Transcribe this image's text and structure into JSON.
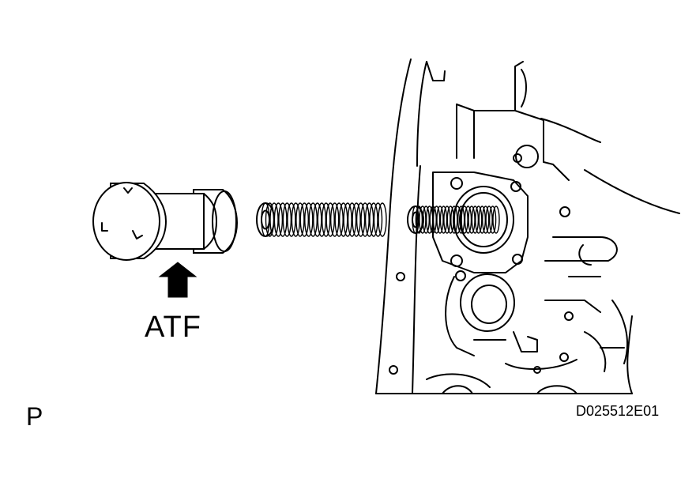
{
  "labels": {
    "fluid": "ATF",
    "view_mark": "P",
    "figure_code": "D025512E01"
  },
  "parts": [
    {
      "name": "piston"
    },
    {
      "name": "spring-outer"
    },
    {
      "name": "spring-inner"
    },
    {
      "name": "valve-body-housing"
    }
  ],
  "colors": {
    "line": "#000000",
    "background": "#ffffff"
  }
}
